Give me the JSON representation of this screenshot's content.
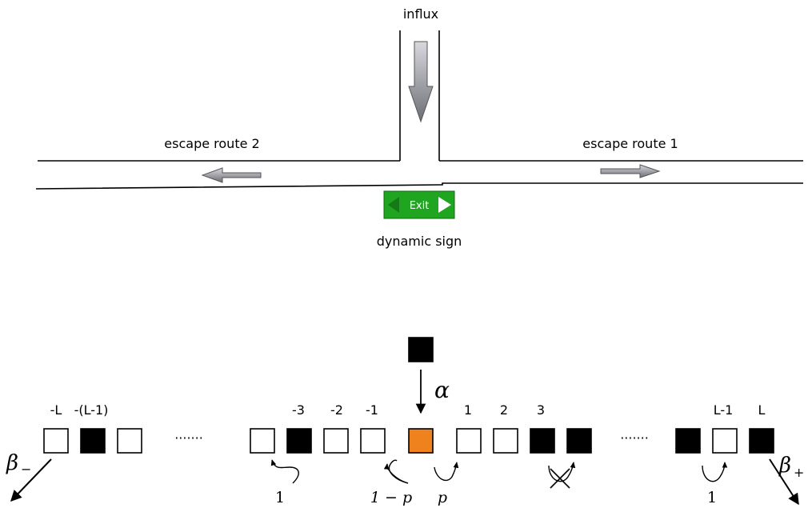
{
  "top": {
    "influx_label": "influx",
    "escape_route_1_label": "escape route 1",
    "escape_route_2_label": "escape route 2",
    "sign_text": "Exit",
    "sign_label": "dynamic sign"
  },
  "lattice": {
    "cells": [
      {
        "id": "c-L",
        "label": "-L",
        "state": "empty"
      },
      {
        "id": "c-L1",
        "label": "-(L-1)",
        "state": "occupied"
      },
      {
        "id": "c-L2",
        "label": "",
        "state": "empty"
      },
      {
        "id": "c-4",
        "label": "",
        "state": "empty"
      },
      {
        "id": "c-3",
        "label": "-3",
        "state": "occupied"
      },
      {
        "id": "c-2",
        "label": "-2",
        "state": "empty"
      },
      {
        "id": "c-1",
        "label": "-1",
        "state": "empty"
      },
      {
        "id": "c0",
        "label": "",
        "state": "entry"
      },
      {
        "id": "c1",
        "label": "1",
        "state": "empty"
      },
      {
        "id": "c2",
        "label": "2",
        "state": "empty"
      },
      {
        "id": "c3",
        "label": "3",
        "state": "occupied"
      },
      {
        "id": "c4",
        "label": "",
        "state": "occupied"
      },
      {
        "id": "cL1m",
        "label": "",
        "state": "occupied"
      },
      {
        "id": "cL1",
        "label": "L-1",
        "state": "empty"
      },
      {
        "id": "cL",
        "label": "L",
        "state": "occupied"
      }
    ],
    "ellipsis": "·······",
    "alpha": "α",
    "beta_minus": "β",
    "beta_minus_sub": "−",
    "beta_plus": "β",
    "beta_plus_sub": "+",
    "rate_left": "1",
    "rate_one_minus_p": "1 − p",
    "rate_p": "p",
    "rate_right": "1"
  },
  "colors": {
    "occupied": "#000000",
    "empty": "#ffffff",
    "entry": "#f0821e",
    "sign_green": "#1fa51f",
    "arrow_gray": "#9a9aa2"
  }
}
